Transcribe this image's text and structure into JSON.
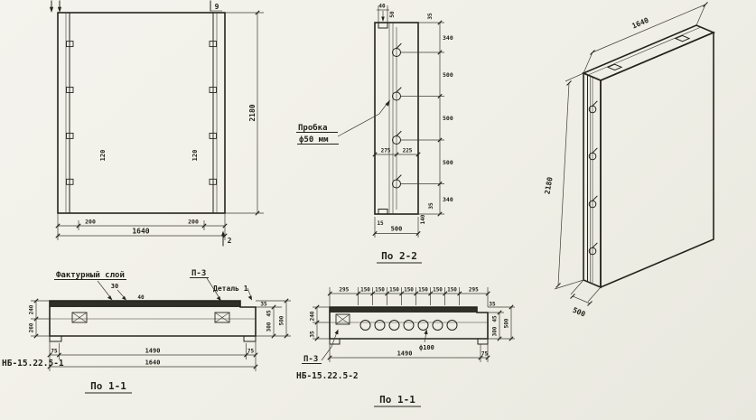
{
  "palette": {
    "paper": "#f1efe9",
    "ink": "#24231c",
    "band": "#2f2e27"
  },
  "elevation": {
    "dim_height": "2180",
    "dim_width": "1640",
    "dim_edge_left": "200",
    "dim_edge_right": "200",
    "dim_rib_left": "120",
    "dim_rib_right": "120",
    "mark_top_right": "9",
    "mark_bottom_right": "2"
  },
  "section22": {
    "caption": "По 2-2",
    "plug_line1": "Пробка",
    "plug_line2": "ф50 мм",
    "chain": [
      "340",
      "500",
      "500",
      "500",
      "340"
    ],
    "top_width": "40",
    "top_depth": "50",
    "top_offset": "35",
    "inner_left": "275",
    "inner_right": "225",
    "bottom_left": "15",
    "bottom_width": "500",
    "bottom_right_a": "140",
    "bottom_right_b": "35"
  },
  "isometric": {
    "dim_width": "1640",
    "dim_height": "2180",
    "dim_depth": "500"
  },
  "section11a": {
    "caption": "По 1-1",
    "mark": "НБ-15.22.5-1",
    "label_layer": "Фактурный слой",
    "label_p3": "П-3",
    "label_detail": "Деталь 1",
    "dim_layer": "30",
    "dim_40": "40",
    "left_top": "240",
    "left_bottom": "260",
    "right_35": "35",
    "right_45": "45",
    "right_300": "300",
    "right_500": "500",
    "bottom_75l": "75",
    "bottom_mid": "1490",
    "bottom_75r": "75",
    "bottom_total": "1640"
  },
  "section11b": {
    "caption": "По 1-1",
    "mark": "НБ-15.22.5-2",
    "label_p3": "П-3",
    "hole_dia": "ф100",
    "top_chain": [
      "295",
      "150",
      "150",
      "150",
      "150",
      "150",
      "150",
      "150",
      "295"
    ],
    "left_240": "240",
    "left_35": "35",
    "right_35": "35",
    "right_45": "45",
    "right_300": "300",
    "right_500": "500",
    "bottom_mid": "1490",
    "bottom_75": "75"
  }
}
